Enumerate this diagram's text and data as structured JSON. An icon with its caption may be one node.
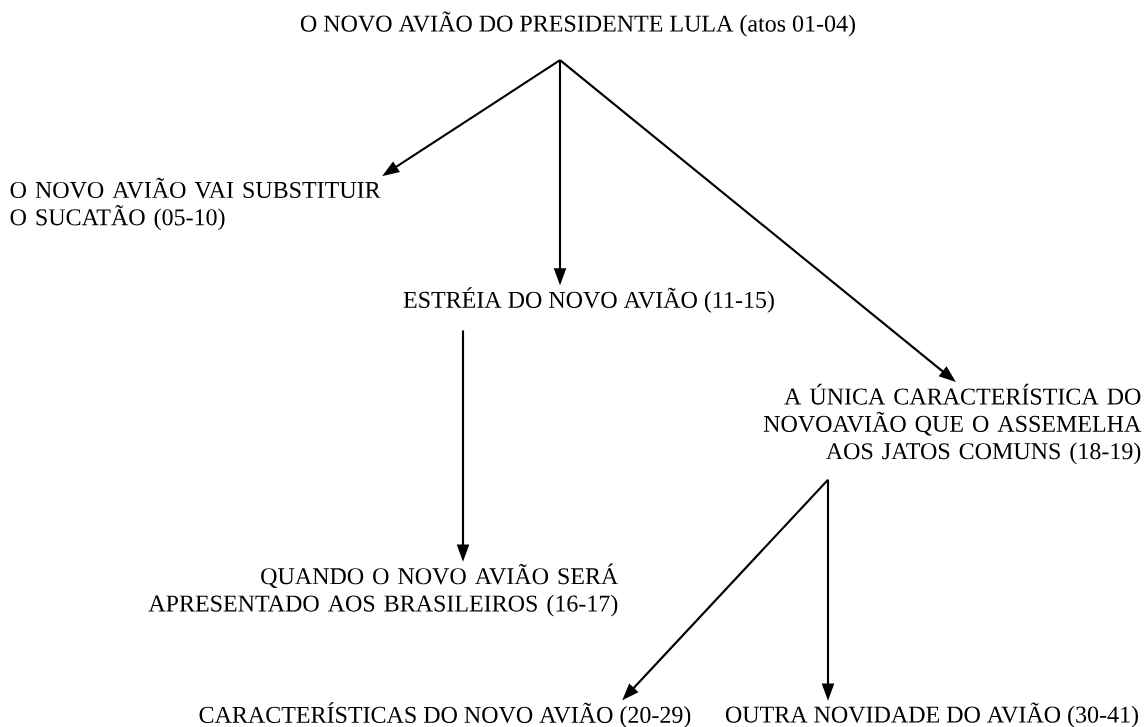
{
  "diagram": {
    "nodes": [
      {
        "text": [
          "O NOVO AVIÃO DO PRESIDENTE LULA (atos 01-04)"
        ]
      },
      {
        "text": [
          "O NOVO AVIÃO VAI SUBSTITUIR O SUCATÃO (05-10)"
        ]
      },
      {
        "text": [
          "ESTRÉIA DO NOVO AVIÃO (11-15)"
        ]
      },
      {
        "text": [
          "A ÚNICA CARACTERÍSTICA DO NOVOAVIÃO QUE O ASSEMELHA AOS JATOS COMUNS (18-19)"
        ]
      },
      {
        "text": [
          "QUANDO O NOVO AVIÃO SERÁ APRESENTADO AOS BRASILEIROS (16-17)"
        ]
      },
      {
        "text": [
          "CARACTERÍSTICAS DO NOVO AVIÃO (20-29)"
        ]
      },
      {
        "text": [
          "OUTRA NOVIDADE DO AVIÃO (30-41)"
        ]
      }
    ],
    "edges": [
      {
        "from": 0,
        "to": 1,
        "arrow": "to"
      },
      {
        "from": 0,
        "to": 2,
        "arrow": "to"
      },
      {
        "from": 0,
        "to": 3,
        "arrow": "to"
      },
      {
        "from": 2,
        "to": 4,
        "arrow": "to"
      },
      {
        "from": 3,
        "to": 5,
        "arrow": "to"
      },
      {
        "from": 3,
        "to": 6,
        "arrow": "to"
      }
    ]
  }
}
